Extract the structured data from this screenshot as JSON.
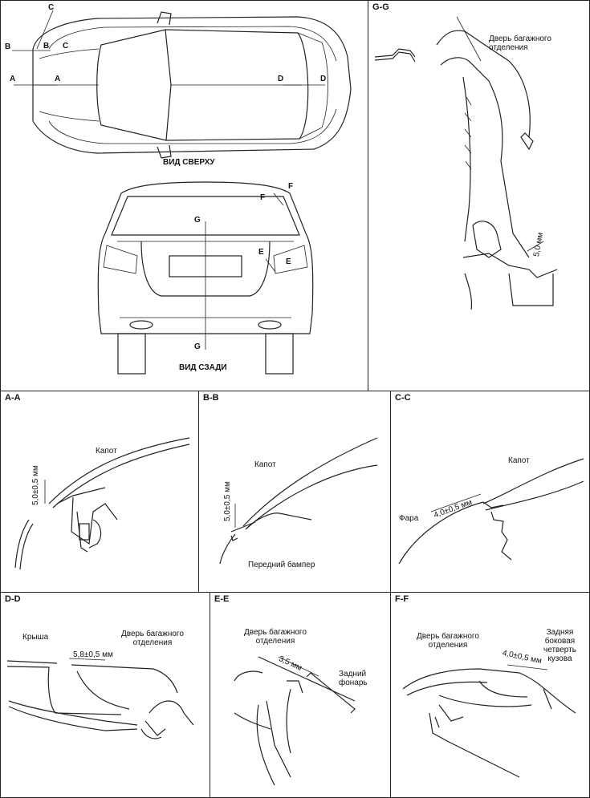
{
  "overview": {
    "top_view_caption": "ВИД СВЕРХУ",
    "rear_view_caption": "ВИД СЗАДИ",
    "markers": {
      "a1": "A",
      "a2": "A",
      "b1": "B",
      "b2": "B",
      "c1": "C",
      "c2": "C",
      "d1": "D",
      "d2": "D",
      "e1": "E",
      "e2": "E",
      "f1": "F",
      "f2": "F",
      "g1": "G",
      "g2": "G"
    }
  },
  "sections": {
    "gg": {
      "title": "G-G",
      "label_tailgate": "Дверь багажного\nотделения",
      "dimension": "5,0 мм"
    },
    "aa": {
      "title": "A-A",
      "label_hood": "Капот",
      "dimension": "5,0±0,5 мм"
    },
    "bb": {
      "title": "B-B",
      "label_hood": "Капот",
      "label_bumper": "Передний бампер",
      "dimension": "5,0±0,5 мм"
    },
    "cc": {
      "title": "C-C",
      "label_hood": "Капот",
      "label_headlamp": "Фара",
      "dimension": "4,0±0,5 мм"
    },
    "dd": {
      "title": "D-D",
      "label_roof": "Крыша",
      "label_tailgate": "Дверь багажного\nотделения",
      "dimension": "5,8±0,5 мм"
    },
    "ee": {
      "title": "E-E",
      "label_tailgate": "Дверь багажного\nотделения",
      "label_taillamp": "Задний\nфонарь",
      "dimension": "3,5 мм"
    },
    "ff": {
      "title": "F-F",
      "label_tailgate": "Дверь багажного\nотделения",
      "label_quarter": "Задняя\nбоковая\nчетверть\nкузова",
      "dimension": "4,0±0,5 мм"
    }
  }
}
